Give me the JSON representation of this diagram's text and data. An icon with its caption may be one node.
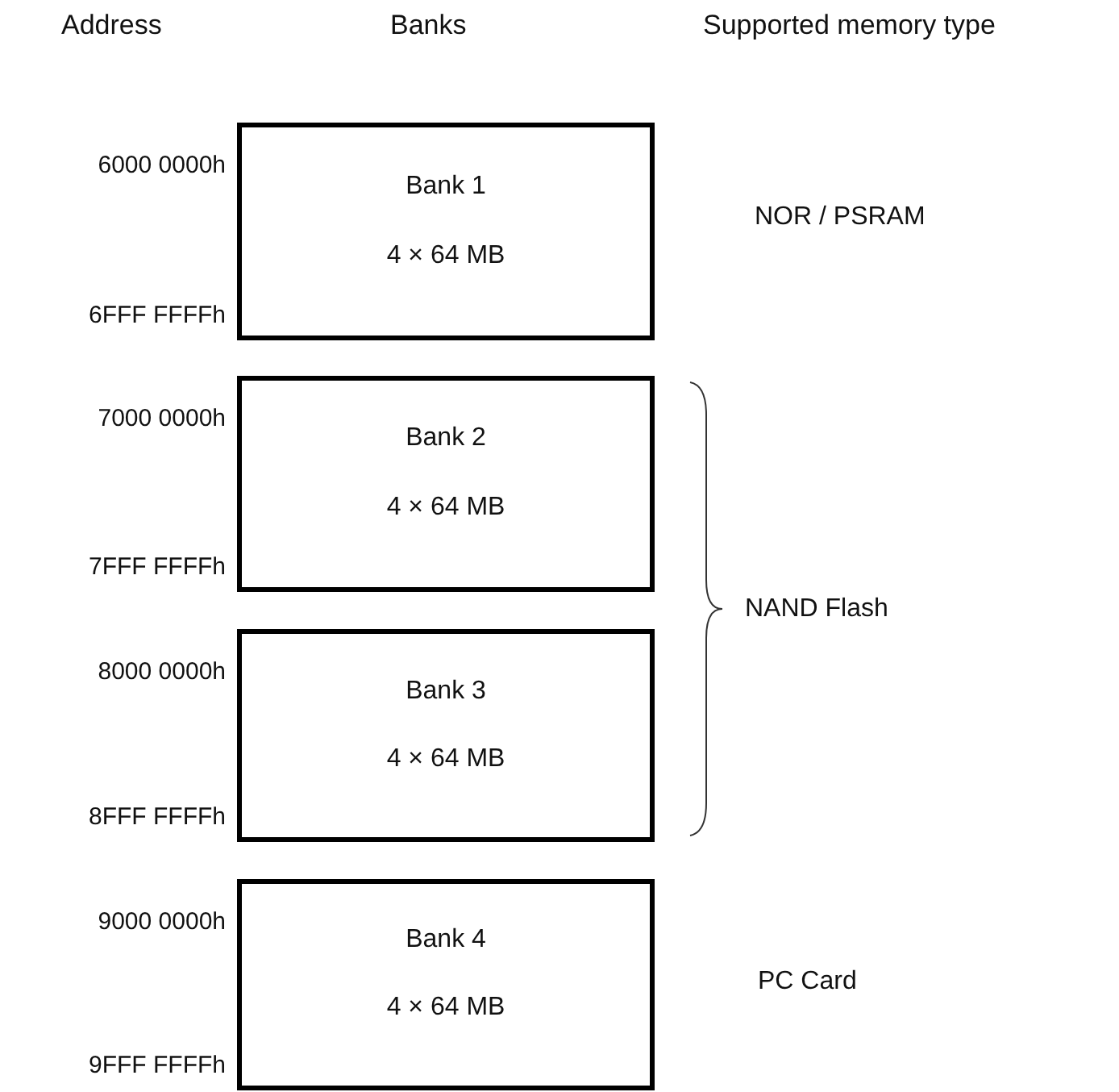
{
  "diagram": {
    "nodes": [
      {
        "text": [
          "Bank 1",
          "4 × 64 MB"
        ],
        "beside": [
          "6000 0000h",
          "6FFF FFFFh"
        ]
      },
      {
        "text": [
          "Bank 2",
          "4 × 64 MB"
        ],
        "beside": [
          "7000 0000h",
          "7FFF FFFFh"
        ]
      },
      {
        "text": [
          "Bank 3",
          "4 × 64 MB"
        ],
        "beside": [
          "8000 0000h",
          "8FFF FFFFh"
        ]
      },
      {
        "text": [
          "Bank 4",
          "4 × 64 MB"
        ],
        "beside": [
          "9000 0000h",
          "9FFF FFFFh"
        ]
      }
    ],
    "labels": [
      "Address",
      "Banks",
      "Supported memory type",
      "NOR / PSRAM",
      "NAND Flash",
      "PC Card"
    ]
  }
}
